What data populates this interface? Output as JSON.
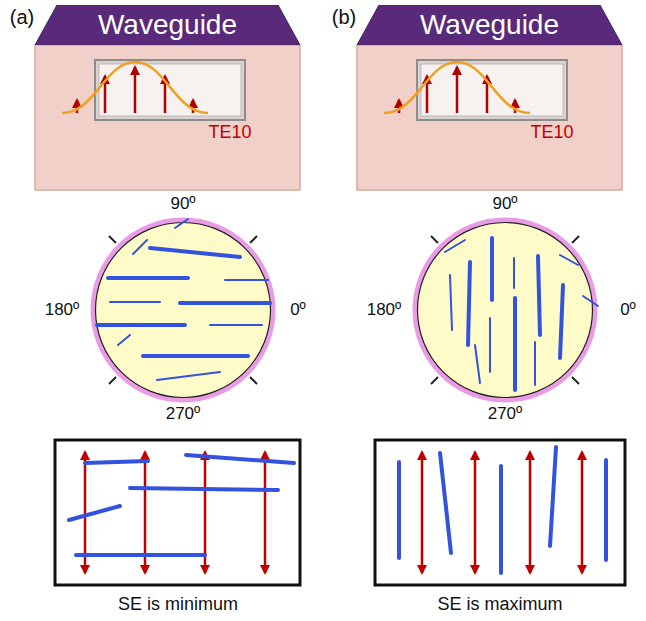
{
  "diagram": {
    "nodes": [
      {
        "text": [
          "Waveguide"
        ]
      },
      {
        "text": [
          "Waveguide"
        ]
      }
    ],
    "labels": [
      "(a)",
      "TE10",
      "90º",
      "180º",
      "0º",
      "270º",
      "SE is minimum",
      "(b)",
      "TE10",
      "90º",
      "180º",
      "0º",
      "270º",
      "SE is maximum"
    ]
  }
}
